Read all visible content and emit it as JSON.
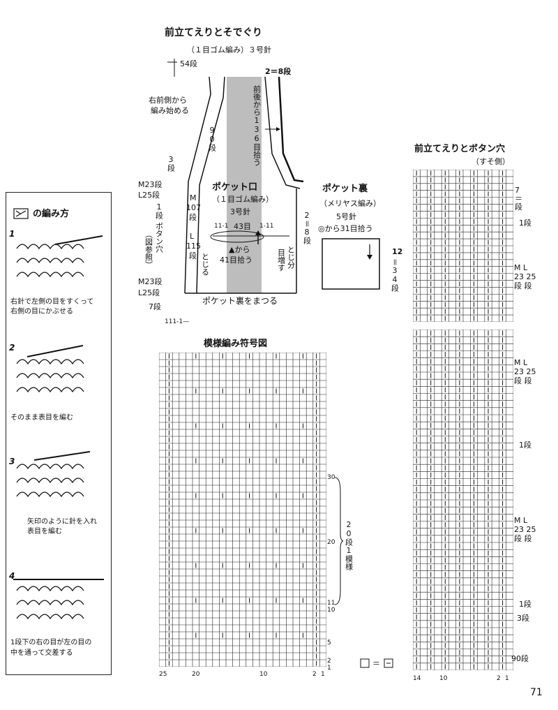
{
  "page_number": "71",
  "front_collar_top": {
    "title": "前立てえりとそでぐり",
    "subtitle": "（１目ゴム編み）３号針",
    "rows_54": "54段",
    "top_right_rows": "2＝8段",
    "start_note_1": "右前側から",
    "start_note_2": "編み始める",
    "pickup_vertical": "前後から136目拾う",
    "rows_90": "90段",
    "rows_3": "3段",
    "m23": "M23段",
    "l25": "L25段",
    "m107": "M",
    "m107_val": "107",
    "m107_unit": "段",
    "l115": "L",
    "l115_val": "115",
    "l115_unit": "段",
    "one_row": "1段",
    "buttonhole": "ボタン穴",
    "see_fig": "（図参照）",
    "m23b": "M23段",
    "l25b": "L25段",
    "rows_7": "7段",
    "bottom_mark": "111-1—",
    "pocket_bottom_note": "ポケット裏をまつる"
  },
  "pocket_opening": {
    "title": "ポケット口",
    "subtitle": "（１目ゴム編み）",
    "needle": "3号針",
    "stitches": "43目",
    "pickup": "▲から",
    "pickup2": "41目拾う",
    "left_mark": "11-1",
    "right_mark": "1-11",
    "right_rows": "2＝8段",
    "tojiru": "とじる",
    "increase": "目増す",
    "tojibun": "とじ分"
  },
  "pocket_back": {
    "title": "ポケット裏",
    "subtitle": "（メリヤス編み）",
    "needle": "5号針",
    "pickup": "◎から31目拾う",
    "rows_12": "12",
    "rows_34": "＝34段"
  },
  "stitch_guide": {
    "title": "の編み方",
    "steps": [
      {
        "num": "1",
        "line1": "右針で左側の目をすくって",
        "line2": "右側の目にかぶせる"
      },
      {
        "num": "2",
        "line1": "そのまま表目を編む",
        "line2": ""
      },
      {
        "num": "3",
        "line1": "矢印のように針を入れ",
        "line2": "表目を編む"
      },
      {
        "num": "4",
        "line1": "1段下の右の目が左の目の",
        "line2": "中を通って交差する"
      }
    ]
  },
  "pattern_chart": {
    "title": "模様編み符号図",
    "x_labels": [
      "25",
      "20",
      "10",
      "2",
      "1"
    ],
    "y_labels": [
      "30",
      "20",
      "11",
      "10",
      "5",
      "2",
      "1"
    ],
    "repeat_label": "20段1模様",
    "legend_eq": "＝"
  },
  "buttonhole_chart": {
    "title": "前立てえりとボタン穴",
    "subtitle": "（すそ側）",
    "x_labels": [
      "14",
      "10",
      "2",
      "1"
    ],
    "rows_7": "7",
    "rows_7b": "＝",
    "rows_7c": "段",
    "row1a": "1段",
    "ml1": "M L",
    "ml1a": "23 25",
    "ml1b": "段 段",
    "ml2": "M L",
    "ml2a": "23 25",
    "ml2b": "段 段",
    "row1b": "1段",
    "ml3": "M L",
    "ml3a": "23 25",
    "ml3b": "段 段",
    "row1c": "1段",
    "rows_3": "3段",
    "rows_90": "90段"
  }
}
